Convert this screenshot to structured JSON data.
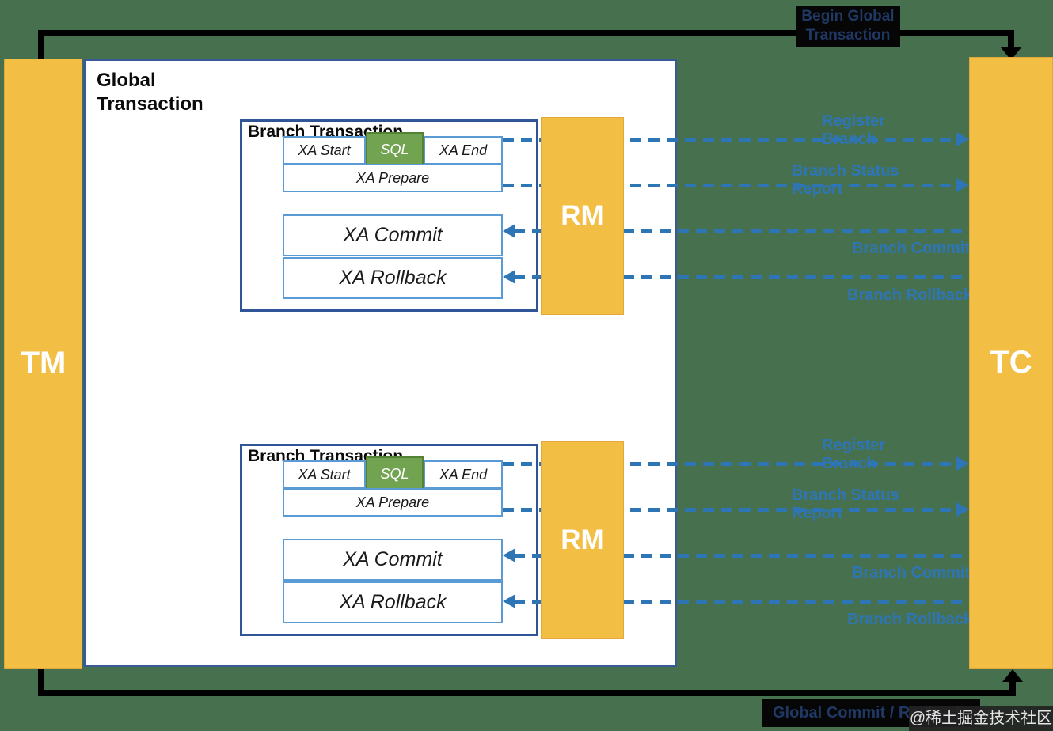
{
  "flow_labels": {
    "begin_global_transaction": "Begin Global\nTransaction",
    "global_commit_rollback": "Global Commit / Rollback"
  },
  "actors": {
    "tm": "TM",
    "tc": "TC"
  },
  "global_transaction": {
    "title": "Global\nTransaction"
  },
  "branches": [
    {
      "title": "Branch Transaction",
      "rm": "RM",
      "steps": {
        "xa_start": "XA Start",
        "sql": "SQL",
        "xa_end": "XA End",
        "xa_prepare": "XA Prepare",
        "xa_commit": "XA Commit",
        "xa_rollback": "XA Rollback"
      },
      "messages": {
        "register_branch": "Register\nBranch",
        "branch_status_report": "Branch Status\nReport",
        "branch_commit": "Branch Commit",
        "branch_rollback": "Branch Rollback"
      }
    },
    {
      "title": "Branch Transaction",
      "rm": "RM",
      "steps": {
        "xa_start": "XA Start",
        "sql": "SQL",
        "xa_end": "XA End",
        "xa_prepare": "XA Prepare",
        "xa_commit": "XA Commit",
        "xa_rollback": "XA Rollback"
      },
      "messages": {
        "register_branch": "Register\nBranch",
        "branch_status_report": "Branch Status\nReport",
        "branch_commit": "Branch Commit",
        "branch_rollback": "Branch Rollback"
      }
    }
  ],
  "watermark": "@稀土掘金技术社区",
  "colors": {
    "background": "#47714E",
    "actor_orange": "#F3BE44",
    "sql_green": "#71A350",
    "message_blue": "#2E75B6",
    "inner_border_blue": "#5B9BD5",
    "branch_border_blue": "#2F5597",
    "plate_text_navy": "#1F3864",
    "connector_black": "#000000"
  }
}
